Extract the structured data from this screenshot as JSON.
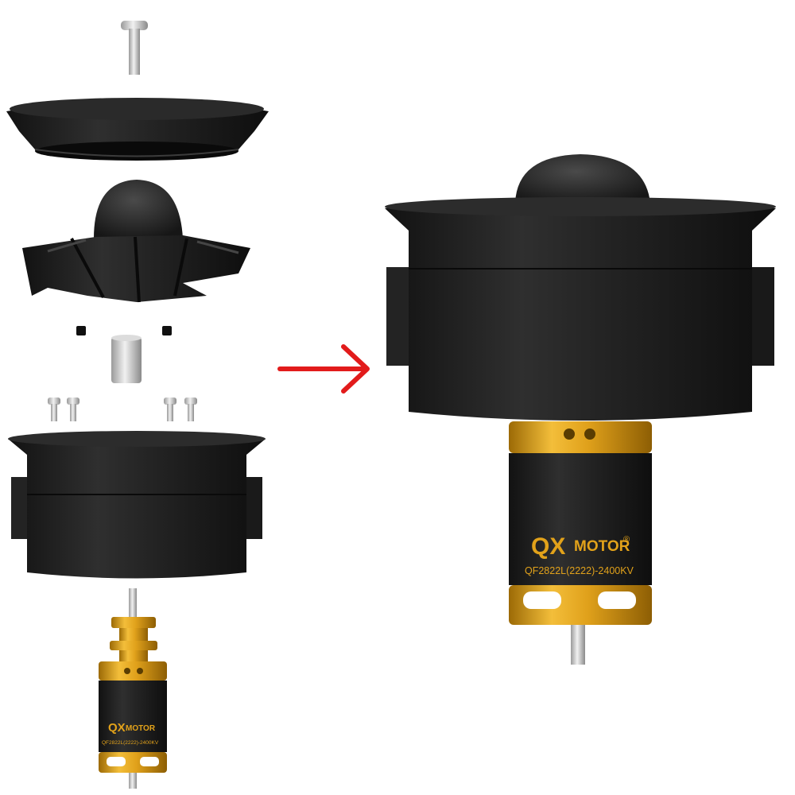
{
  "image": {
    "description_visible": "Exploded assembly view of an electric ducted fan unit and its assembled form",
    "colors": {
      "background": "#ffffff",
      "plastic_black": "#1c1c1c",
      "plastic_highlight": "#3a3a3a",
      "motor_gold": "#e1a21a",
      "motor_gold_dark": "#a26f08",
      "steel": "#c9c9c9",
      "arrow_red": "#e21b1b"
    }
  },
  "parts": {
    "screw": "screw",
    "inlet_lip": "inlet-lip",
    "rotor": "rotor-with-spinner",
    "set_screws": "set-screws",
    "shaft_adapter": "shaft-adapter",
    "mount_screws": "mount-screws",
    "fan_housing": "fan-housing",
    "motor": "brushless-motor"
  },
  "labels": {
    "brand_small": "QX",
    "brand_small_suffix": "MOTOR",
    "model_small": "QF2822L(2222)-2400KV",
    "brand_large": "QX",
    "brand_large_suffix": "MOTOR",
    "registered_mark": "®",
    "model_large": "QF2822L(2222)-2400KV"
  },
  "icons": {
    "arrow": "right-arrow-icon"
  }
}
